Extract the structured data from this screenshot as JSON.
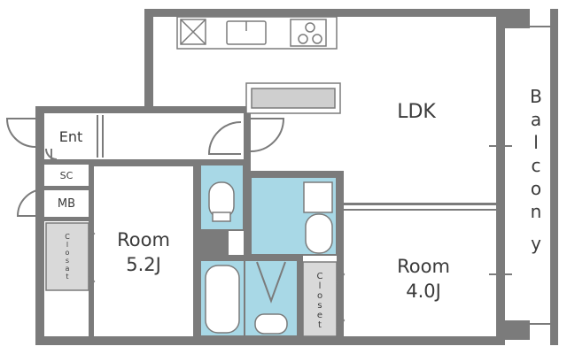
{
  "rooms": {
    "ldk": "LDK",
    "balcony": [
      "B",
      "a",
      "l",
      "c",
      "o",
      "n",
      "y"
    ],
    "room_a_name": "Room",
    "room_a_size": "5.2J",
    "room_b_name": "Room",
    "room_b_size": "4.0J",
    "entrance": "Ent",
    "shoe_closet": "SC",
    "meter_box": "MB",
    "closet_vertical": [
      "C",
      "l",
      "o",
      "s",
      "e",
      "t"
    ],
    "closet_small_vertical": [
      "C",
      "l",
      "o",
      "s",
      "a",
      "t"
    ]
  },
  "colors": {
    "wall": "#7b7b7b",
    "wet_area": "#a8d8e6",
    "closet": "#d9d9d9"
  }
}
